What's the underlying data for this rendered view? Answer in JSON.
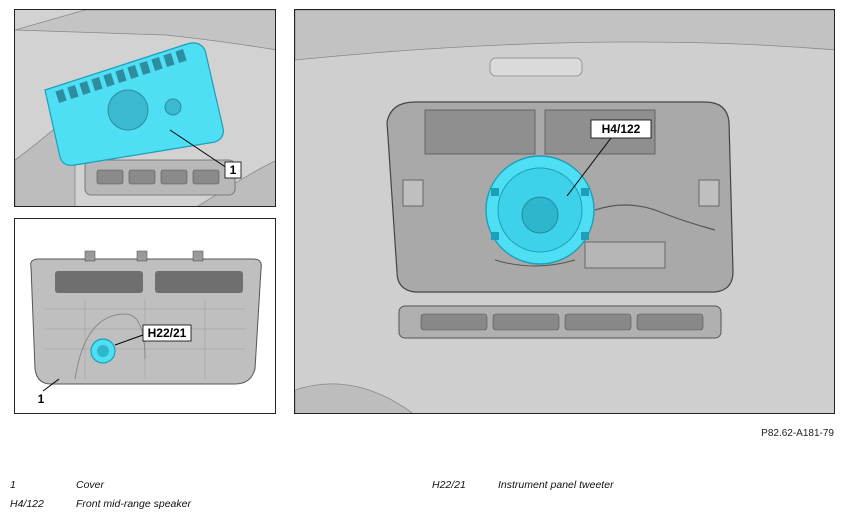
{
  "callouts": {
    "cover_a": "1",
    "tweeter": "H22/21",
    "cover_b": "1",
    "speaker": "H4/122"
  },
  "figure_code": "P82.62-A181-79",
  "legend": [
    {
      "id": "1",
      "desc": "Cover"
    },
    {
      "id": "H4/122",
      "desc": "Front mid-range speaker"
    },
    {
      "id": "H22/21",
      "desc": "Instrument panel tweeter"
    }
  ],
  "colors": {
    "highlight": "#3ad6f0",
    "panel_gray": "#cfcfcf",
    "line": "#333333"
  }
}
